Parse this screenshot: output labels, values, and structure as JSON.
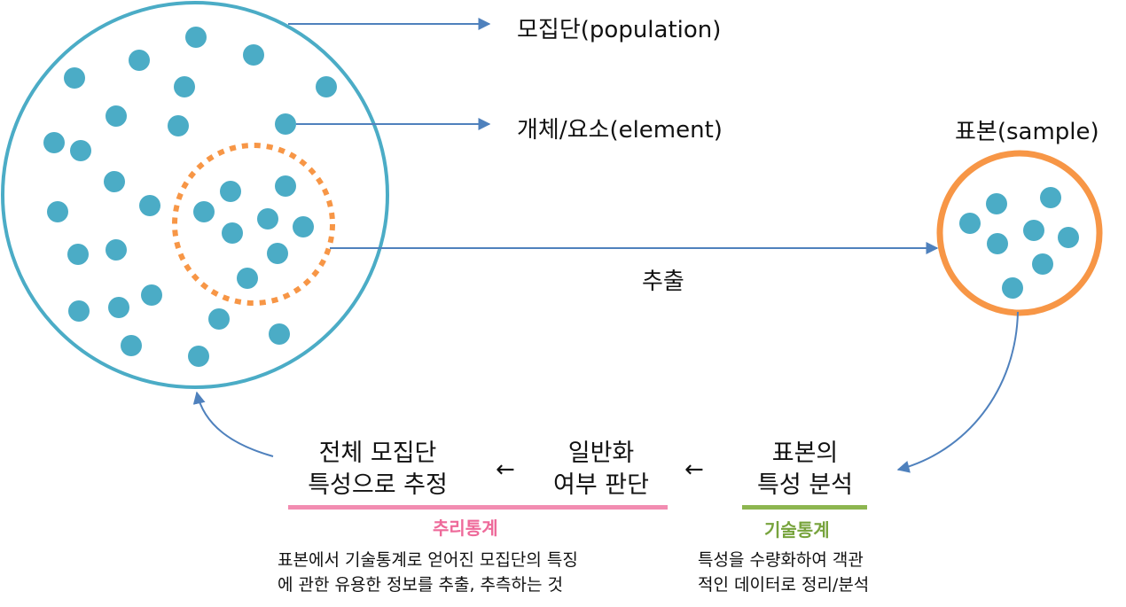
{
  "labels": {
    "population": "모집단(population)",
    "element": "개체/요소(element)",
    "sample": "표본(sample)",
    "extraction": "추출"
  },
  "steps": {
    "step1_line1": "전체 모집단",
    "step1_line2": "특성으로 추정",
    "step2_line1": "일반화",
    "step2_line2": "여부 판단",
    "step3_line1": "표본의",
    "step3_line2": "특성 분석",
    "arrow": "←"
  },
  "categories": {
    "inferential": {
      "title": "추리통계",
      "desc_line1": "표본에서 기술통계로 얻어진 모집단의 특징",
      "desc_line2": "에 관한 유용한 정보를 추출, 추측하는 것"
    },
    "descriptive": {
      "title": "기술통계",
      "desc_line1": "특성을 수량화하여 객관",
      "desc_line2": "적인 데이터로 정리/분석"
    }
  },
  "colors": {
    "population_ring": "#4bacc6",
    "dot": "#4bacc6",
    "sample_ring": "#f79646",
    "arrow": "#4f81bd",
    "inferential": "#f28cb1",
    "descriptive": "#8db650",
    "inferential_text": "#ee6a9a",
    "descriptive_text": "#77a33c"
  }
}
